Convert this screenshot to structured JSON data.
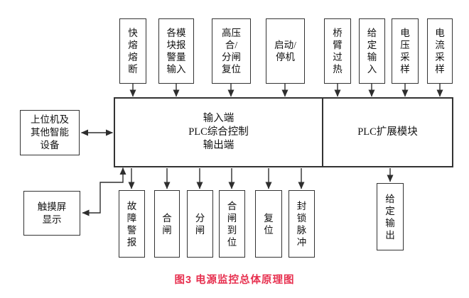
{
  "figure": {
    "caption": "图3 电源监控总体原理图",
    "caption_color": "#e7304f",
    "line_color": "#2e2e2e",
    "background_color": "#ffffff"
  },
  "diagram": {
    "controller": {
      "label": "输入端\nPLC综合控制\n输出端"
    },
    "expansion": {
      "label": "PLC扩展模块"
    },
    "host_computer": {
      "label": "上位机及\n其他智能\n设备"
    },
    "touch_screen": {
      "label": "触摸屏\n显示"
    },
    "top_inputs": [
      {
        "label": "快\n熔\n熔\n断"
      },
      {
        "label": "各模\n块报\n警量\n输入"
      },
      {
        "label": "高压\n合/\n分闸\n复位"
      },
      {
        "label": "启动/\n停机"
      },
      {
        "label": "桥\n臂\n过\n热"
      },
      {
        "label": "给\n定\n输\n入"
      },
      {
        "label": "电\n压\n采\n样"
      },
      {
        "label": "电\n流\n采\n样"
      }
    ],
    "bottom_outputs": [
      {
        "label": "故\n障\n警\n报"
      },
      {
        "label": "合\n闸"
      },
      {
        "label": "分\n闸"
      },
      {
        "label": "合\n闸\n到\n位"
      },
      {
        "label": "复\n位"
      },
      {
        "label": "封\n锁\n脉\n冲"
      },
      {
        "label": "给\n定\n输\n出"
      }
    ],
    "connections": [
      {
        "from": "快熔熔断",
        "to": "PLC综合控制",
        "dir": "down"
      },
      {
        "from": "各模块报警量输入",
        "to": "PLC综合控制",
        "dir": "down"
      },
      {
        "from": "高压合/分闸复位",
        "to": "PLC综合控制",
        "dir": "down"
      },
      {
        "from": "启动/停机",
        "to": "PLC综合控制",
        "dir": "down"
      },
      {
        "from": "桥臂过热",
        "to": "PLC扩展模块",
        "dir": "down"
      },
      {
        "from": "给定输入",
        "to": "PLC扩展模块",
        "dir": "down"
      },
      {
        "from": "电压采样",
        "to": "PLC扩展模块",
        "dir": "down"
      },
      {
        "from": "电流采样",
        "to": "PLC扩展模块",
        "dir": "down"
      },
      {
        "from": "上位机及其他智能设备",
        "to": "PLC综合控制",
        "dir": "both"
      },
      {
        "from": "PLC综合控制",
        "to": "触摸屏显示",
        "dir": "both"
      },
      {
        "from": "PLC综合控制",
        "to": "故障警报",
        "dir": "down"
      },
      {
        "from": "PLC综合控制",
        "to": "合闸",
        "dir": "down"
      },
      {
        "from": "PLC综合控制",
        "to": "分闸",
        "dir": "down"
      },
      {
        "from": "PLC综合控制",
        "to": "合闸到位",
        "dir": "down"
      },
      {
        "from": "PLC综合控制",
        "to": "复位",
        "dir": "down"
      },
      {
        "from": "PLC综合控制",
        "to": "封锁脉冲",
        "dir": "down"
      },
      {
        "from": "PLC扩展模块",
        "to": "给定输出",
        "dir": "down"
      }
    ]
  }
}
